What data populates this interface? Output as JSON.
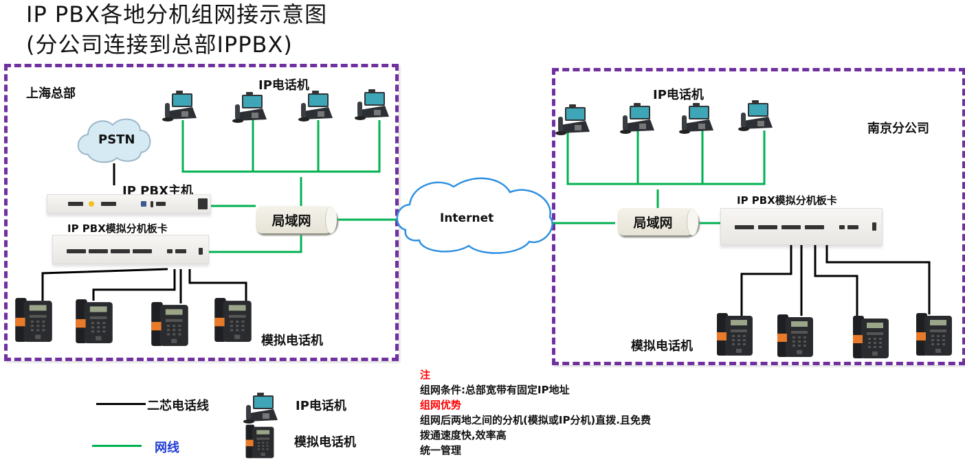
{
  "title": {
    "line1": "IP PBX各地分机组网接示意图",
    "line2": "(分公司连接到总部IPPBX)"
  },
  "colors": {
    "region_border": "#7030a0",
    "network_cable": "#00b050",
    "phone_line": "#000000",
    "cloud_outline": "#2e8fe0",
    "note_heading": "#ff0000",
    "legend_network_text": "#1f3bd1"
  },
  "headquarters": {
    "name": "上海总部",
    "ip_phones_label": "IP电话机",
    "ip_phone_count": 4,
    "pstn_label": "PSTN",
    "pbx_host_label": "IP PBX主机",
    "analog_card_label": "IP PBX模拟分机板卡",
    "lan_label": "局域网",
    "analog_phones_label": "模拟电话机",
    "analog_phone_count": 4
  },
  "internet": {
    "label": "Internet"
  },
  "branch": {
    "name": "南京分公司",
    "ip_phones_label": "IP电话机",
    "ip_phone_count": 4,
    "analog_card_label": "IP PBX模拟分机板卡",
    "lan_label": "局域网",
    "analog_phones_label": "模拟电话机",
    "analog_phone_count": 4
  },
  "legend": {
    "phone_line": "二芯电话线",
    "network_cable": "网线",
    "ip_phone": "IP电话机",
    "analog_phone": "模拟电话机"
  },
  "notes": {
    "heading": "注",
    "condition": "组网条件:总部宽带有固定IP地址",
    "advantages_heading": "组网优势",
    "advantages": [
      "组网后两地之间的分机(模拟或IP分机)直拨.且免费",
      "拨通速度快,效率高",
      "统一管理"
    ]
  }
}
